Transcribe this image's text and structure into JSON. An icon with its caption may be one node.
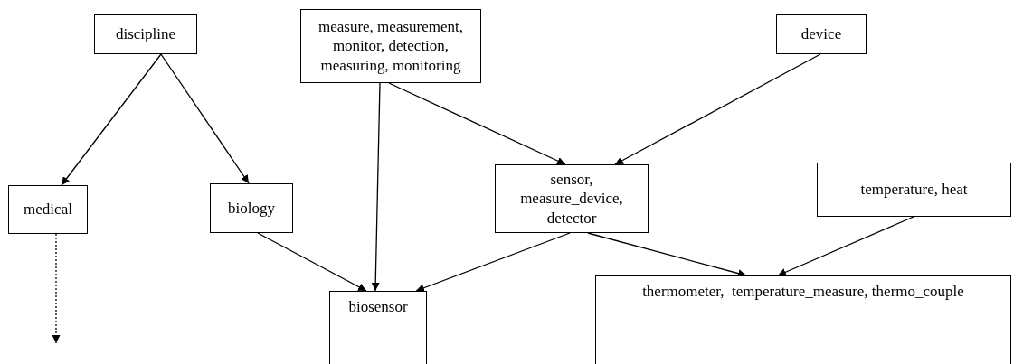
{
  "diagram": {
    "nodes": [
      {
        "text": [
          "discipline"
        ]
      },
      {
        "text": [
          "measure, measurement, monitor, detection, measuring, monitoring"
        ]
      },
      {
        "text": [
          "device"
        ]
      },
      {
        "text": [
          "medical"
        ]
      },
      {
        "text": [
          "biology"
        ]
      },
      {
        "text": [
          "sensor, measure_device, detector"
        ]
      },
      {
        "text": [
          "temperature, heat"
        ]
      },
      {
        "text": [
          "biosensor"
        ]
      },
      {
        "text": [
          "thermometer,  temperature_measure, thermo_couple"
        ]
      }
    ],
    "edges": [
      {
        "from": 0,
        "to": 3,
        "arrow": "to"
      },
      {
        "from": 0,
        "to": 4,
        "arrow": "to"
      },
      {
        "from": 1,
        "to": 7,
        "arrow": "to"
      },
      {
        "from": 1,
        "to": 5,
        "arrow": "to"
      },
      {
        "from": 2,
        "to": 5,
        "arrow": "to"
      },
      {
        "from": 4,
        "to": 7,
        "arrow": "to"
      },
      {
        "from": 5,
        "to": 7,
        "arrow": "to"
      },
      {
        "from": 5,
        "to": 8,
        "arrow": "to"
      },
      {
        "from": 6,
        "to": 8,
        "arrow": "to"
      },
      {
        "from": 3,
        "to": null,
        "arrow": "to",
        "style": "dashed"
      }
    ]
  }
}
